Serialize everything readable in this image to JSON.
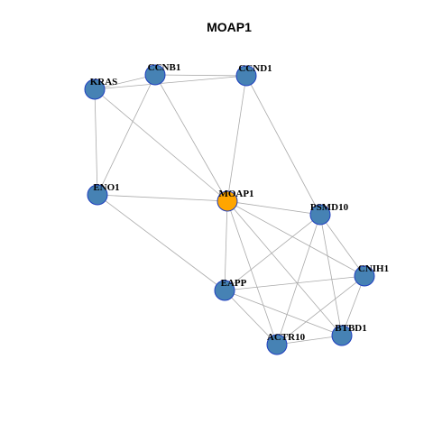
{
  "graph": {
    "title": "MOAP1",
    "colors": {
      "hub_node": "#FFA500",
      "node": "#4682B4",
      "node_border": "#1F3FBF",
      "edge": "#AAAAAA"
    },
    "nodes": [
      {
        "id": "KRAS",
        "label": "KRAS",
        "hub": false
      },
      {
        "id": "CCNB1",
        "label": "CCNB1",
        "hub": false
      },
      {
        "id": "CCND1",
        "label": "CCND1",
        "hub": false
      },
      {
        "id": "ENO1",
        "label": "ENO1",
        "hub": false
      },
      {
        "id": "MOAP1",
        "label": "MOAP1",
        "hub": true
      },
      {
        "id": "PSMD10",
        "label": "PSMD10",
        "hub": false
      },
      {
        "id": "CNIH1",
        "label": "CNIH1",
        "hub": false
      },
      {
        "id": "EAPP",
        "label": "EAPP",
        "hub": false
      },
      {
        "id": "BTBD1",
        "label": "BTBD1",
        "hub": false
      },
      {
        "id": "ACTR10",
        "label": "ACTR10",
        "hub": false
      }
    ],
    "edges": [
      [
        "KRAS",
        "CCNB1"
      ],
      [
        "KRAS",
        "CCND1"
      ],
      [
        "KRAS",
        "ENO1"
      ],
      [
        "KRAS",
        "MOAP1"
      ],
      [
        "CCNB1",
        "CCND1"
      ],
      [
        "CCNB1",
        "ENO1"
      ],
      [
        "CCNB1",
        "MOAP1"
      ],
      [
        "CCND1",
        "MOAP1"
      ],
      [
        "CCND1",
        "PSMD10"
      ],
      [
        "ENO1",
        "MOAP1"
      ],
      [
        "ENO1",
        "EAPP"
      ],
      [
        "MOAP1",
        "PSMD10"
      ],
      [
        "MOAP1",
        "CNIH1"
      ],
      [
        "MOAP1",
        "EAPP"
      ],
      [
        "MOAP1",
        "BTBD1"
      ],
      [
        "MOAP1",
        "ACTR10"
      ],
      [
        "PSMD10",
        "CNIH1"
      ],
      [
        "PSMD10",
        "EAPP"
      ],
      [
        "PSMD10",
        "BTBD1"
      ],
      [
        "PSMD10",
        "ACTR10"
      ],
      [
        "CNIH1",
        "EAPP"
      ],
      [
        "CNIH1",
        "BTBD1"
      ],
      [
        "CNIH1",
        "ACTR10"
      ],
      [
        "EAPP",
        "BTBD1"
      ],
      [
        "EAPP",
        "ACTR10"
      ],
      [
        "BTBD1",
        "ACTR10"
      ]
    ]
  }
}
